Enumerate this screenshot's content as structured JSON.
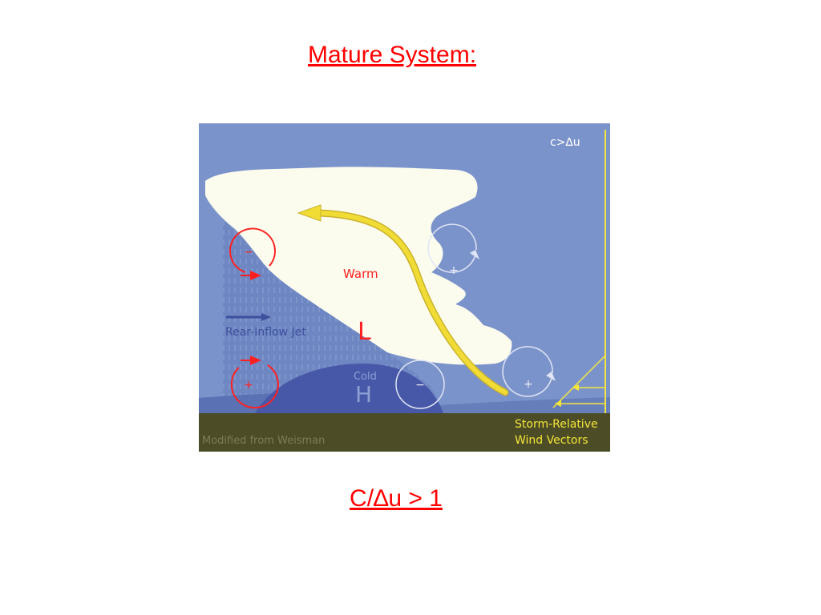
{
  "slide": {
    "title": "Mature System:",
    "formula": "C/∆u > 1"
  },
  "diagram": {
    "corner_label": "c>∆u",
    "warm_label": "Warm",
    "low_label": "L",
    "cold_label": "Cold",
    "high_label": "H",
    "jet_label": "Rear-Inflow Jet",
    "vectors_label_line1": "Storm-Relative",
    "vectors_label_line2": "Wind Vectors",
    "credit": "Modified from Weisman",
    "vortices": [
      {
        "sign": "−",
        "color": "#ff2020"
      },
      {
        "sign": "+",
        "color": "#ff2020"
      },
      {
        "sign": "+",
        "color": "#e8ecf6"
      },
      {
        "sign": "−",
        "color": "#e8ecf6"
      },
      {
        "sign": "+",
        "color": "#e8ecf6"
      }
    ],
    "colors": {
      "sky": "#7b93cb",
      "cloud": "#fcfcee",
      "ground": "#4c4c26",
      "cold_pool": "#4858a8",
      "arrow": "#f1dc36",
      "red": "#ff2020",
      "vectors": "#f5e63a"
    }
  }
}
